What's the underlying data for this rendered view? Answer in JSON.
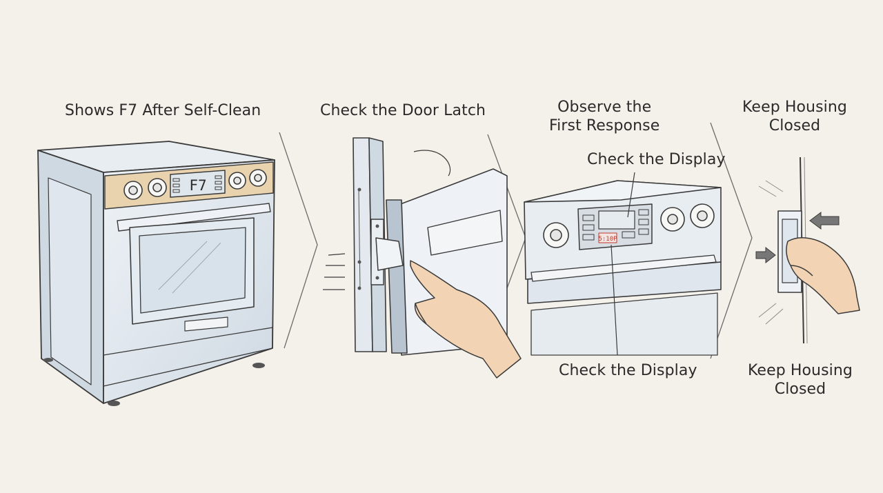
{
  "steps": [
    {
      "title": "Shows F7 After Self-Clean"
    },
    {
      "title": "Check the Door Latch"
    },
    {
      "title": [
        "Observe the",
        "First Response"
      ]
    },
    {
      "title": [
        "Keep Housing",
        "Closed"
      ]
    }
  ],
  "callouts": {
    "display_top": "Check the Display",
    "display_bottom": "Check the Display",
    "housing_bottom": [
      "Keep Housing",
      "Closed"
    ]
  },
  "oven_readout": "F7",
  "panel_readout": "5:10P",
  "colors": {
    "background": "#f4f1ea",
    "ink": "#3a3a3a",
    "appliance_blue": "#dfe6ee",
    "panel_tan": "#e9d3ae",
    "skin": "#f2d4b4",
    "readout_red": "#c0392b"
  }
}
